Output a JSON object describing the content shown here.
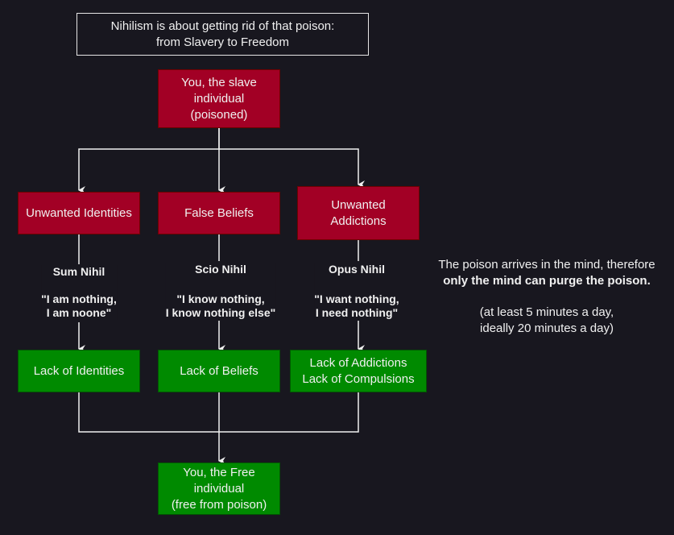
{
  "title": {
    "line1": "Nihilism is about getting rid of that poison:",
    "line2": "from Slavery to Freedom"
  },
  "start": {
    "line1": "You, the slave",
    "line2": "individual",
    "line3": "(poisoned)"
  },
  "problems": [
    {
      "label": "Unwanted Identities"
    },
    {
      "label": "False Beliefs"
    },
    {
      "line1": "Unwanted",
      "line2": "Addictions"
    }
  ],
  "practices": [
    {
      "name": "Sum Nihil",
      "quote1": "\"I am nothing,",
      "quote2": "I am noone\""
    },
    {
      "name": "Scio Nihil",
      "quote1": "\"I know nothing,",
      "quote2": "I know nothing else\""
    },
    {
      "name": "Opus Nihil",
      "quote1": "\"I want nothing,",
      "quote2": "I need nothing\""
    }
  ],
  "outcomes": [
    {
      "label": "Lack of Identities"
    },
    {
      "label": "Lack of Beliefs"
    },
    {
      "line1": "Lack of Addictions",
      "line2": "Lack of Compulsions"
    }
  ],
  "end": {
    "line1": "You, the Free",
    "line2": "individual",
    "line3": "(free from poison)"
  },
  "note": {
    "line1": "The poison arrives in the mind, therefore",
    "line2_bold": "only the mind can purge the poison.",
    "line3": "(at least 5 minutes a day,",
    "line4": "ideally 20 minutes a day)"
  },
  "colors": {
    "problem": "#a20025",
    "solution": "#008a00",
    "background": "#18171f",
    "connector": "#f0f0f0"
  }
}
